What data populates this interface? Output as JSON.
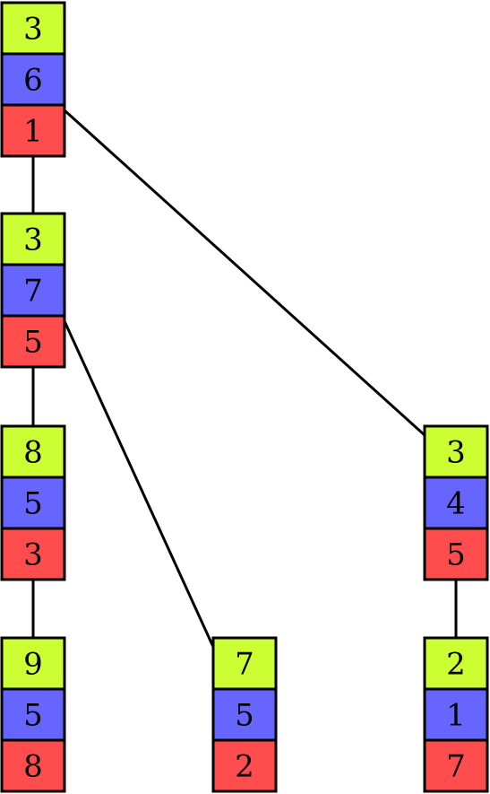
{
  "colors": {
    "top": "#ccff33",
    "middle": "#6666ff",
    "bottom": "#ff4d4d",
    "line": "#000000"
  },
  "nodes": [
    {
      "id": "n1",
      "values": [
        "3",
        "6",
        "1"
      ]
    },
    {
      "id": "n2",
      "values": [
        "3",
        "7",
        "5"
      ]
    },
    {
      "id": "n3",
      "values": [
        "8",
        "5",
        "3"
      ]
    },
    {
      "id": "n4",
      "values": [
        "9",
        "5",
        "8"
      ]
    },
    {
      "id": "n5",
      "values": [
        "7",
        "5",
        "2"
      ]
    },
    {
      "id": "n6",
      "values": [
        "3",
        "4",
        "5"
      ]
    },
    {
      "id": "n7",
      "values": [
        "2",
        "1",
        "7"
      ]
    }
  ],
  "edges": [
    {
      "from": "n1",
      "to": "n2"
    },
    {
      "from": "n1",
      "to": "n6"
    },
    {
      "from": "n2",
      "to": "n3"
    },
    {
      "from": "n2",
      "to": "n5"
    },
    {
      "from": "n3",
      "to": "n4"
    },
    {
      "from": "n6",
      "to": "n7"
    }
  ]
}
